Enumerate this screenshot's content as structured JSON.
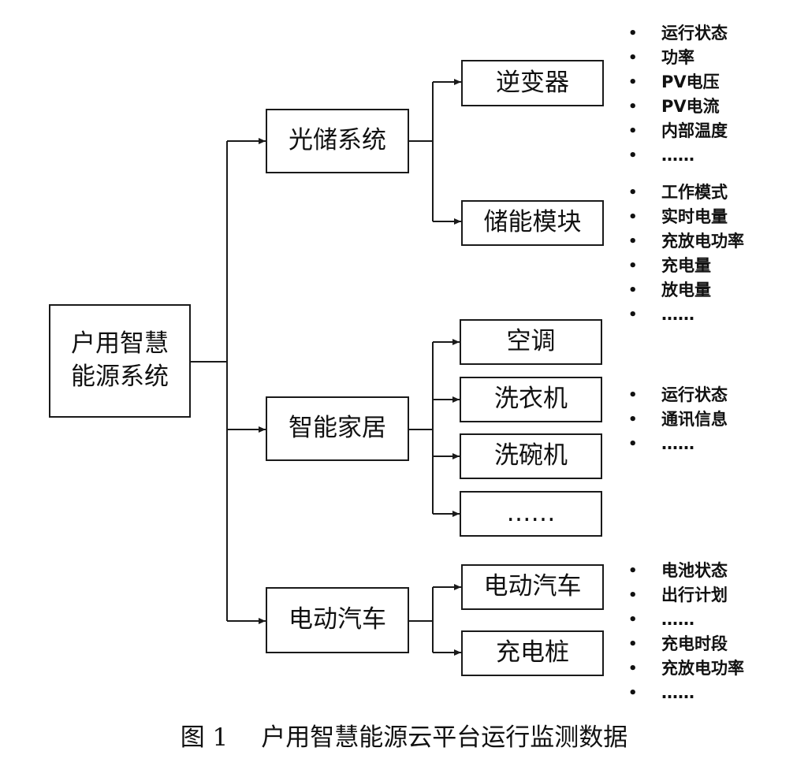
{
  "root": {
    "line1": "户用智慧",
    "line2": "能源系统"
  },
  "categories": [
    {
      "label": "光储系统",
      "children": [
        {
          "label": "逆变器",
          "details": [
            "运行状态",
            "功率",
            "PV电压",
            "PV电流",
            "内部温度",
            "……"
          ]
        },
        {
          "label": "储能模块",
          "details": [
            "工作模式",
            "实时电量",
            "充放电功率",
            "充电量",
            "放电量",
            "……"
          ]
        }
      ]
    },
    {
      "label": "智能家居",
      "children": [
        {
          "label": "空调"
        },
        {
          "label": "洗衣机"
        },
        {
          "label": "洗碗机"
        },
        {
          "label": "……"
        }
      ],
      "details": [
        "运行状态",
        "通讯信息",
        "……"
      ]
    },
    {
      "label": "电动汽车",
      "children": [
        {
          "label": "电动汽车",
          "details": [
            "电池状态",
            "出行计划",
            "……"
          ]
        },
        {
          "label": "充电桩",
          "details": [
            "充电时段",
            "充放电功率",
            "……"
          ]
        }
      ]
    }
  ],
  "caption": {
    "number": "图 1",
    "title": "户用智慧能源云平台运行监测数据"
  }
}
